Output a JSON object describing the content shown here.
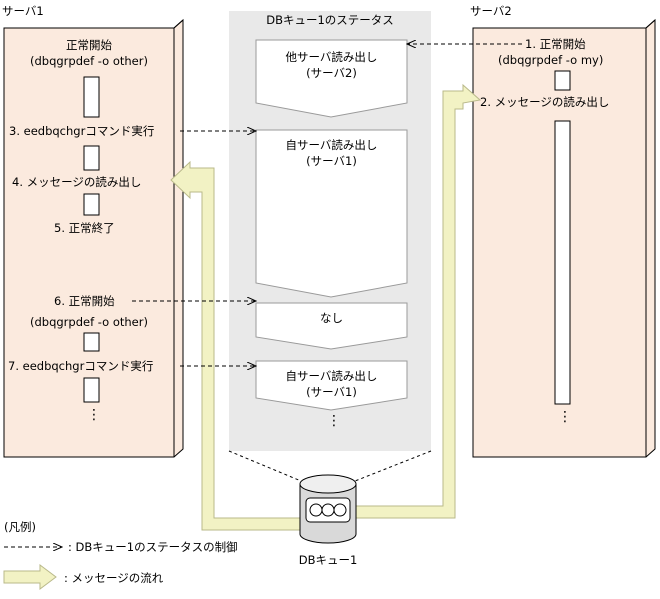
{
  "diagram": {
    "server1": {
      "title": "サーバ1",
      "step1": "正常開始",
      "step1_cmd": "(dbqgrpdef -o other)",
      "step3": "3. eedbqchgrコマンド実行",
      "step4": "4. メッセージの読み出し",
      "step5": "5. 正常終了",
      "step6": "6. 正常開始",
      "step6_cmd": "(dbqgrpdef -o other)",
      "step7": "7. eedbqchgrコマンド実行",
      "ellipsis": "⋮"
    },
    "server2": {
      "title": "サーバ2",
      "step1": "1. 正常開始",
      "step1_cmd": "(dbqgrpdef -o my)",
      "step2": "2. メッセージの読み出し",
      "ellipsis": "⋮"
    },
    "queue_status": {
      "title": "DBキュー1のステータス",
      "state1_line1": "他サーバ読み出し",
      "state1_line2": "(サーバ2)",
      "state2_line1": "自サーバ読み出し",
      "state2_line2": "(サーバ1)",
      "state3": "なし",
      "state4_line1": "自サーバ読み出し",
      "state4_line2": "(サーバ1)",
      "ellipsis": "⋮"
    },
    "db_queue_label": "DBキュー1",
    "legend": {
      "title": "(凡例)",
      "dashed_arrow_label": ": DBキュー1のステータスの制御",
      "block_arrow_label": ": メッセージの流れ"
    },
    "colors": {
      "server_fill": "#fbeade",
      "queue_panel_fill": "#e9e9e9",
      "flow_arrow_fill": "#f2f2c4"
    }
  }
}
